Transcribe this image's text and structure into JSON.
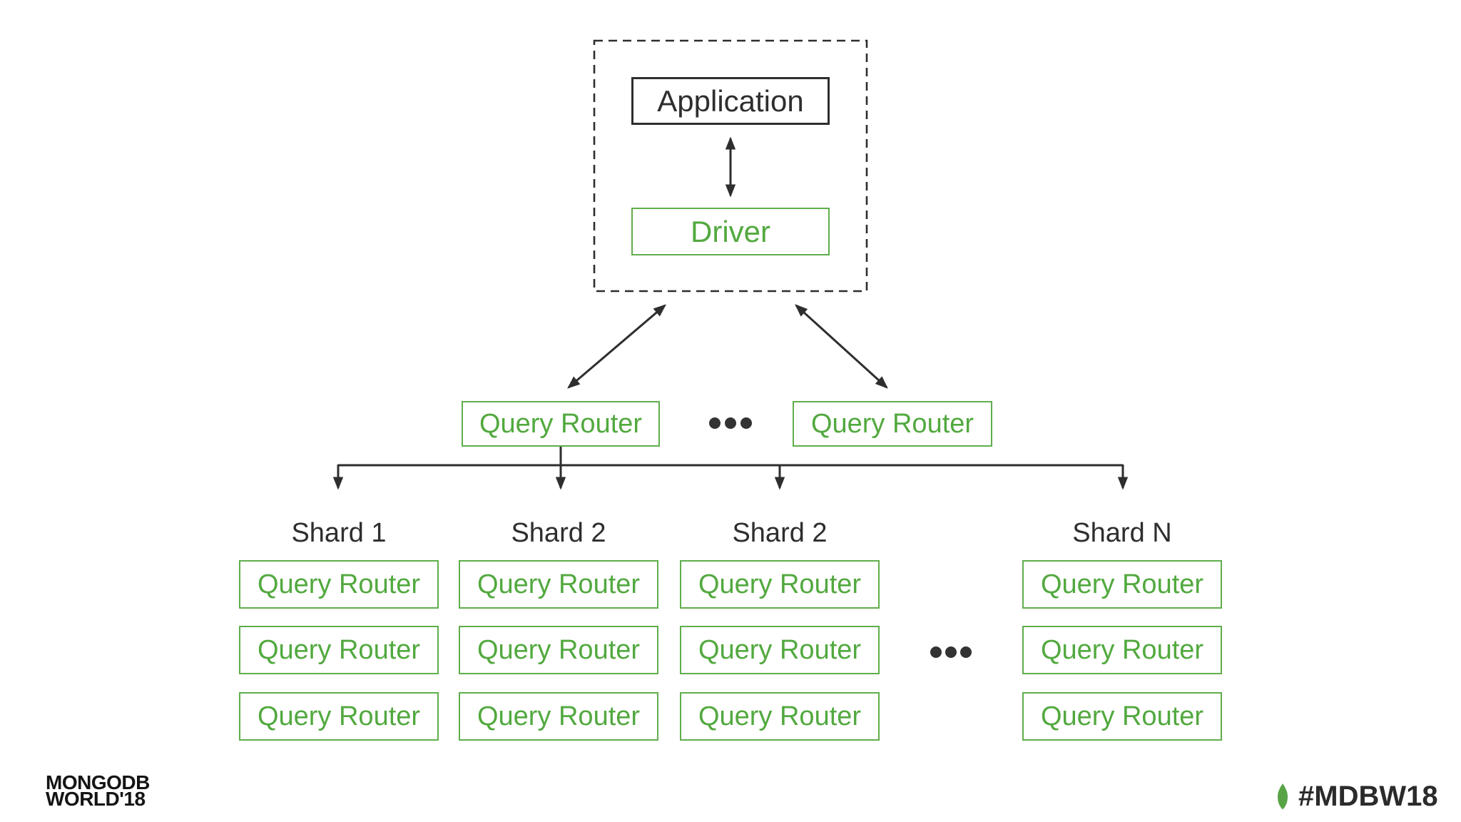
{
  "page": {
    "background": "#ffffff"
  },
  "colors": {
    "green_text": "#52a93f",
    "green_border": "#5fae4b",
    "line_dark": "#2e2e2e",
    "text_dark": "#2b2b2b",
    "leaf_green": "#58a345"
  },
  "diagram": {
    "client_group": {
      "application_label": "Application",
      "driver_label": "Driver"
    },
    "router_tier": {
      "left_router_label": "Query Router",
      "right_router_label": "Query Router",
      "ellipsis_icon": "horizontal-dots"
    },
    "shard_tier": {
      "ellipsis_icon": "horizontal-dots",
      "columns": [
        {
          "title": "Shard 1",
          "nodes": [
            "Query Router",
            "Query Router",
            "Query Router"
          ]
        },
        {
          "title": "Shard 2",
          "nodes": [
            "Query Router",
            "Query Router",
            "Query Router"
          ]
        },
        {
          "title": "Shard 2",
          "nodes": [
            "Query Router",
            "Query Router",
            "Query Router"
          ]
        },
        {
          "title": "Shard N",
          "nodes": [
            "Query Router",
            "Query Router",
            "Query Router"
          ]
        }
      ]
    }
  },
  "footer": {
    "logo_line1": "MONGODB",
    "logo_line2": "WORLD'18",
    "leaf_icon": "mongodb-leaf",
    "hashtag": "#MDBW18"
  }
}
